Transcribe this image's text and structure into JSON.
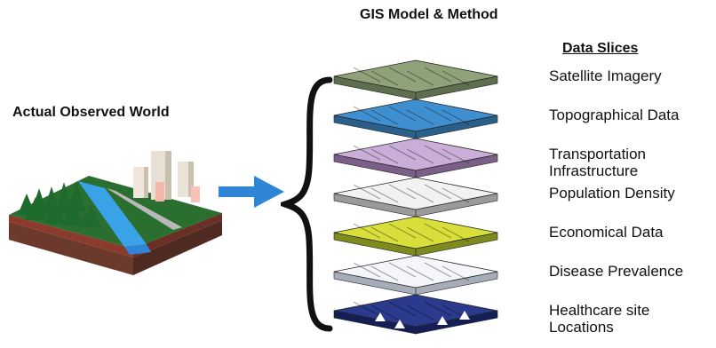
{
  "header": {
    "title": "GIS Model & Method"
  },
  "left": {
    "title": "Actual Observed World"
  },
  "legend": {
    "heading": "Data Slices"
  },
  "slices": [
    {
      "label": "Satellite Imagery",
      "top": "#8fa27a",
      "side": "#5e6f4f"
    },
    {
      "label": "Topographical Data",
      "top": "#3f8fd0",
      "side": "#2a5f8c"
    },
    {
      "label": "Transportation Infrastructure",
      "label_line1": "Transportation",
      "label_line2": "Infrastructure",
      "top": "#c9aed8",
      "side": "#7a5f88"
    },
    {
      "label": "Population Density",
      "top": "#f2f2f2",
      "side": "#9a9a9a"
    },
    {
      "label": "Economical Data",
      "top": "#d8df3a",
      "side": "#7f8a1f"
    },
    {
      "label": "Disease Prevalence",
      "top": "#f4f6fa",
      "side": "#a6acb8"
    },
    {
      "label": "Healthcare site Locations",
      "label_line1": "Healthcare site",
      "label_line2": "Locations",
      "top": "#2b3a8c",
      "side": "#151f55"
    }
  ],
  "colors": {
    "arrow": "#2f86d6",
    "river": "#3aa2e6",
    "forest": "#1f6b2e",
    "soil": "#7a2d1f"
  }
}
